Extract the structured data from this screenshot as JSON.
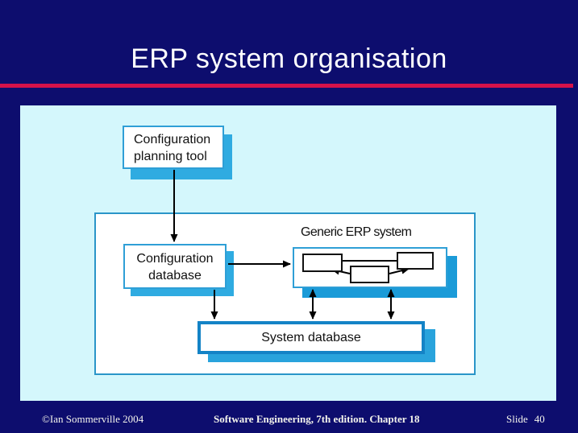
{
  "title": "ERP system organisation",
  "diagram": {
    "boxes": {
      "planning_tool": {
        "lines": [
          "Configuration",
          "planning tool"
        ]
      },
      "config_db": {
        "lines": [
          "Configuration",
          "database"
        ]
      },
      "generic_erp": {
        "label": "Generic ERP system"
      },
      "system_db": {
        "label": "System database"
      }
    },
    "connections": [
      {
        "from": "configuration-planning-tool",
        "to": "configuration-database",
        "type": "arrow"
      },
      {
        "from": "configuration-database",
        "to": "generic-erp-system",
        "type": "arrow"
      },
      {
        "from": "configuration-database",
        "to": "system-database",
        "type": "arrow"
      },
      {
        "from": "generic-erp-system",
        "to": "system-database",
        "type": "double-arrow"
      },
      {
        "from": "generic-erp-system",
        "to": "system-database",
        "type": "double-arrow"
      },
      {
        "from": "erp-module-left",
        "to": "erp-module-right",
        "type": "line"
      },
      {
        "from": "erp-module-center",
        "to": "erp-module-left",
        "type": "arrow"
      },
      {
        "from": "erp-module-center",
        "to": "erp-module-right",
        "type": "arrow"
      }
    ]
  },
  "footer": {
    "copyright": "©Ian Sommerville 2004",
    "book": "Software Engineering, 7th edition. Chapter 18",
    "slide_label": "Slide",
    "slide_number": "40"
  },
  "colors": {
    "background": "#0d0d6e",
    "accent_line": "#d5124a",
    "canvas": "#d4f7fc",
    "box_border": "#2f9fd6",
    "box_shadow": "#2fabe1",
    "strong_blue": "#1483c6",
    "arrow": "#000000"
  }
}
